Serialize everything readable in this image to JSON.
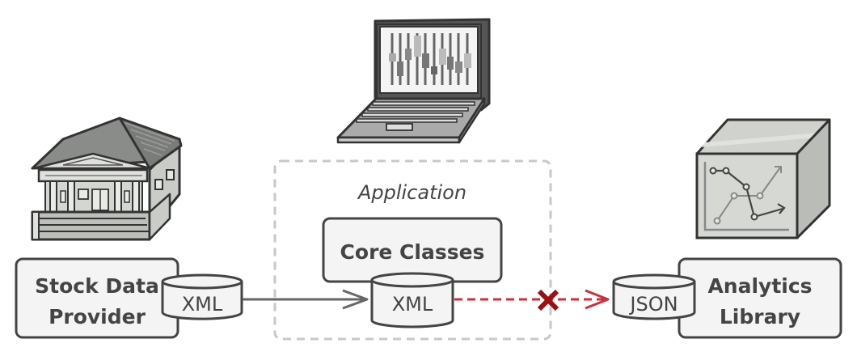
{
  "diagram": {
    "application_container": {
      "label": "Application"
    },
    "nodes": {
      "stock_provider": {
        "line1": "Stock Data",
        "line2": "Provider"
      },
      "core_classes": {
        "label": "Core Classes"
      },
      "analytics_library": {
        "line1": "Analytics",
        "line2": "Library"
      }
    },
    "data_formats": {
      "provider_output": "XML",
      "core_input": "XML",
      "library_input": "JSON"
    },
    "connections": [
      {
        "from": "Stock Data Provider (XML)",
        "to": "Core Classes (XML)",
        "style": "solid",
        "status": "compatible"
      },
      {
        "from": "Core Classes (XML)",
        "to": "Analytics Library (JSON)",
        "style": "dashed",
        "status": "incompatible"
      }
    ],
    "illustrations": [
      "bank-building",
      "laptop-with-candlestick-chart",
      "box-with-line-chart"
    ],
    "colors": {
      "stroke": "#444444",
      "box_fill": "#f4f4f4",
      "container_dash": "#c8c8c8",
      "arrow_gray": "#666666",
      "incompatible_red": "#c8323c",
      "cross_dark_red": "#9b1010"
    }
  }
}
